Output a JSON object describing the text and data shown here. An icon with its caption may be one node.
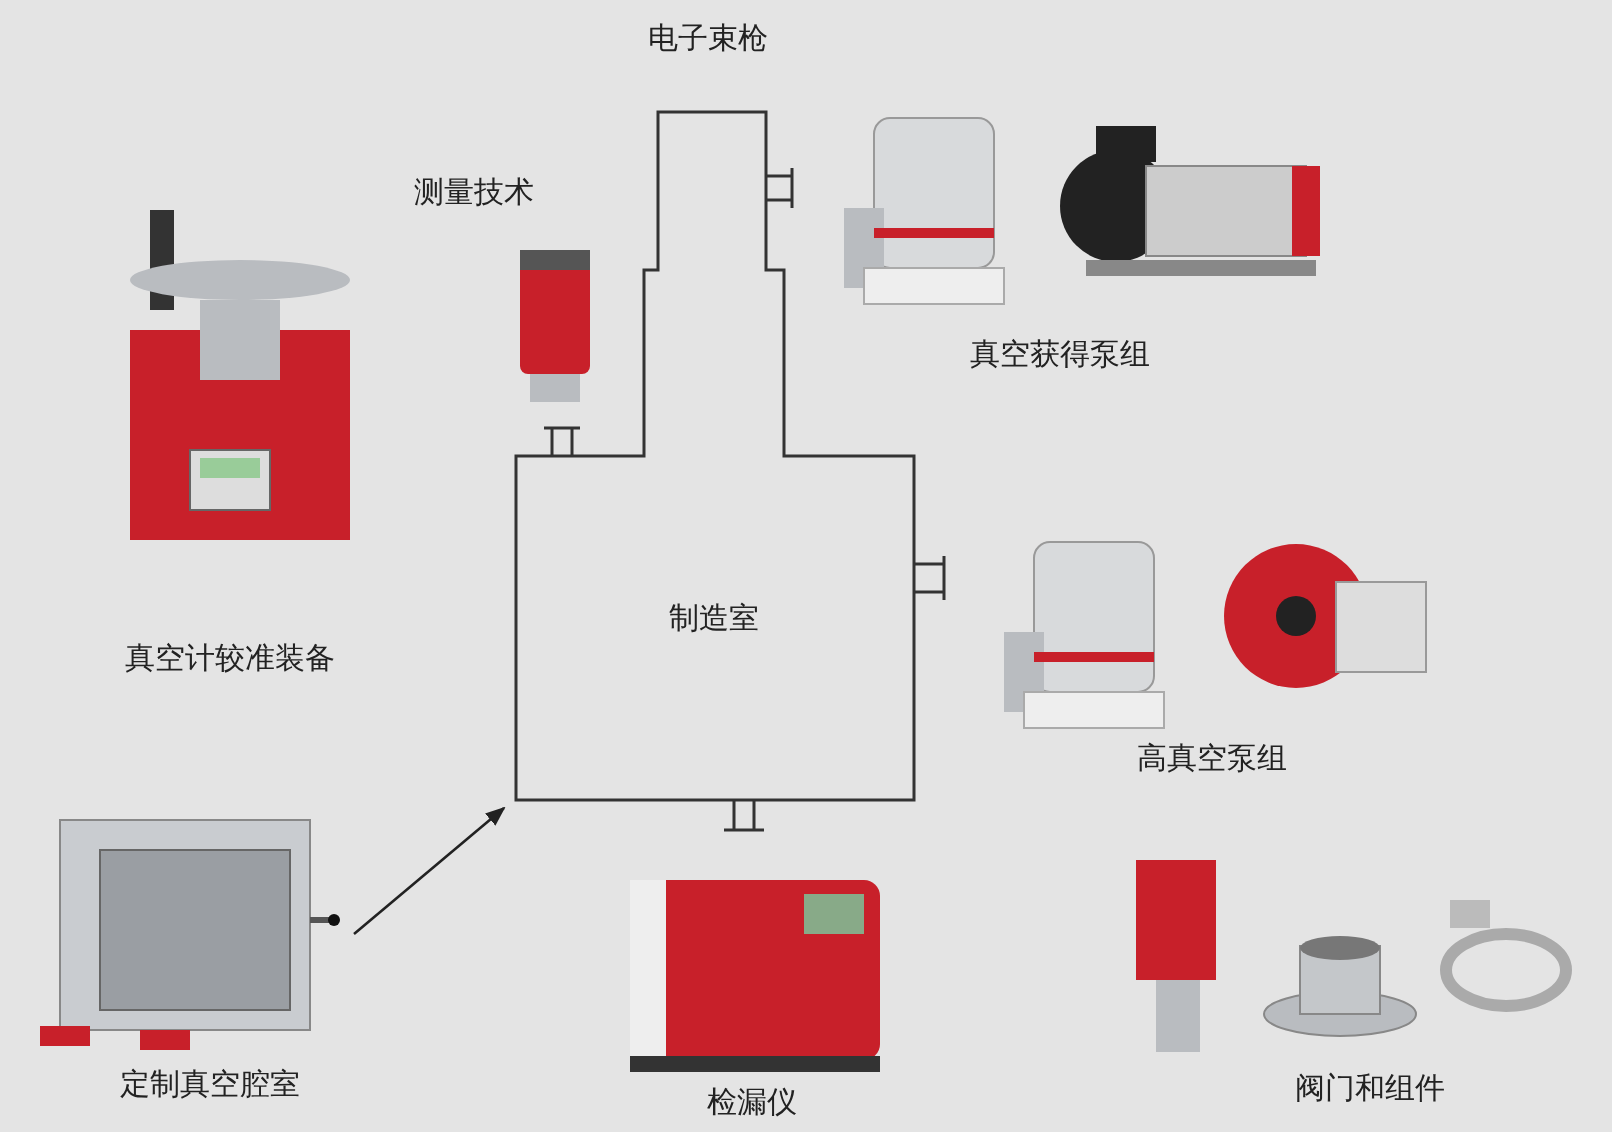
{
  "diagram": {
    "nodes": [
      {
        "text": [
          "制造室"
        ]
      },
      {
        "text": [
          "真空计较准装备"
        ]
      },
      {
        "text": [
          "测量技术"
        ]
      },
      {
        "text": [
          "真空获得泵组"
        ]
      },
      {
        "text": [
          "高真空泵组"
        ]
      },
      {
        "text": [
          "定制真空腔室"
        ]
      },
      {
        "text": [
          "检漏仪"
        ]
      },
      {
        "text": [
          "阀门和组件"
        ]
      }
    ],
    "edges": [
      {
        "from": 5,
        "to": 0,
        "arrow": "to"
      }
    ],
    "labels": [
      "电子束枪"
    ]
  }
}
